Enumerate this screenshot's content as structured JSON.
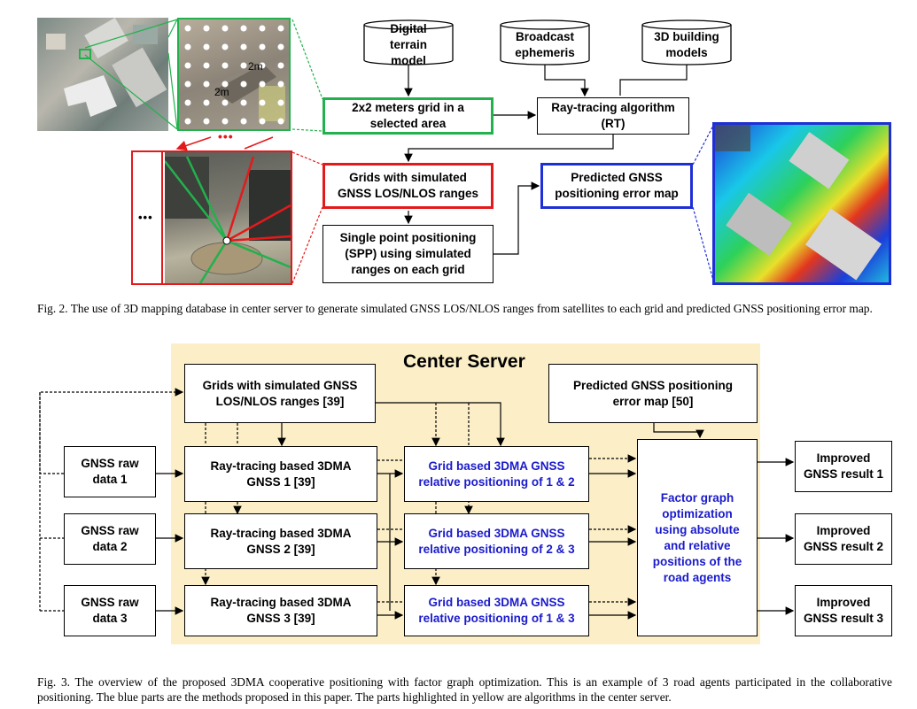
{
  "fig2": {
    "cylinders": {
      "terrain": "Digital terrain\nmodel",
      "ephemeris": "Broadcast\nephemeris",
      "building": "3D building\nmodels"
    },
    "grid_box": "2x2 meters grid in a\nselected area",
    "rt_box": "Ray-tracing algorithm\n(RT)",
    "los_box": "Grids with simulated\nGNSS LOS/NLOS ranges",
    "spp_box": "Single point positioning\n(SPP) using simulated\nranges on each grid",
    "pred_box": "Predicted GNSS\npositioning error map",
    "grid_label_v": "2m",
    "grid_label_h": "2m",
    "ellipsis_red": "•••",
    "ellipsis_black": "•••",
    "caption": "Fig. 2.   The use of 3D mapping database in center server to generate simulated GNSS LOS/NLOS ranges from satellites to each grid and predicted GNSS positioning error map."
  },
  "fig3": {
    "title": "Center Server",
    "grids_box": "Grids with simulated GNSS\nLOS/NLOS ranges [39]",
    "pred_box": "Predicted GNSS positioning\nerror map [50]",
    "raw": [
      "GNSS raw\ndata 1",
      "GNSS raw\ndata 2",
      "GNSS raw\ndata 3"
    ],
    "rt": [
      "Ray-tracing based 3DMA\nGNSS 1 [39]",
      "Ray-tracing based 3DMA\nGNSS 2 [39]",
      "Ray-tracing based 3DMA\nGNSS 3 [39]"
    ],
    "rel": [
      "Grid based 3DMA GNSS\nrelative positioning  of 1 & 2",
      "Grid based 3DMA GNSS\nrelative positioning  of 2 & 3",
      "Grid based 3DMA GNSS\nrelative positioning  of 1 & 3"
    ],
    "fgo": "Factor graph\noptimization\nusing absolute\nand relative\npositions of the\nroad agents",
    "improved": [
      "Improved\nGNSS result 1",
      "Improved\nGNSS result 2",
      "Improved\nGNSS result 3"
    ],
    "caption": "Fig. 3.   The overview of the proposed 3DMA cooperative positioning with factor graph optimization. This is an example of 3 road agents participated in the collaborative positioning. The blue parts are the methods proposed in this paper. The parts highlighted in yellow are algorithms in the center server."
  },
  "colors": {
    "green": "#22b14c",
    "red": "#e31a1c",
    "blue": "#1f2fd6",
    "server_bg": "#fcefc8",
    "method_text": "#1a1acc"
  }
}
